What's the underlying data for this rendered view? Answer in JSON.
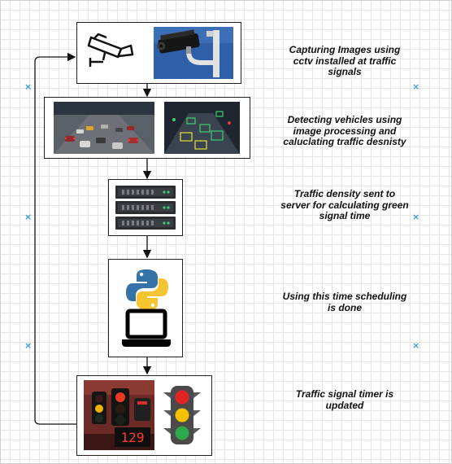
{
  "steps": [
    {
      "id": "capture",
      "label_lines": [
        "Capturing  Images using",
        "cctv installed at traffic",
        "signals"
      ],
      "icons": [
        "cctv-outline-icon",
        "cctv-camera-photo-icon"
      ]
    },
    {
      "id": "detect",
      "label_lines": [
        "Detecting vehicles using",
        "image processing and",
        "caluclating traffic desnisty"
      ],
      "icons": [
        "traffic-photo-icon",
        "vehicle-detection-photo-icon"
      ]
    },
    {
      "id": "server",
      "label_lines": [
        "Traffic density sent to",
        "server for calculating green",
        "signal time"
      ],
      "icons": [
        "server-rack-icon"
      ]
    },
    {
      "id": "schedule",
      "label_lines": [
        "Using this time scheduling",
        "is done"
      ],
      "icons": [
        "python-logo-icon",
        "laptop-icon"
      ]
    },
    {
      "id": "update",
      "label_lines": [
        "Traffic signal timer is",
        "updated"
      ],
      "icons": [
        "signal-timer-photo-icon",
        "traffic-light-icon"
      ]
    }
  ],
  "timer_display": "129",
  "colors": {
    "red": "#e02424",
    "yellow": "#f2c200",
    "green": "#2fa84f",
    "python_blue": "#3572a5",
    "python_yellow": "#f4c531",
    "marker": "#3b9fd8"
  }
}
